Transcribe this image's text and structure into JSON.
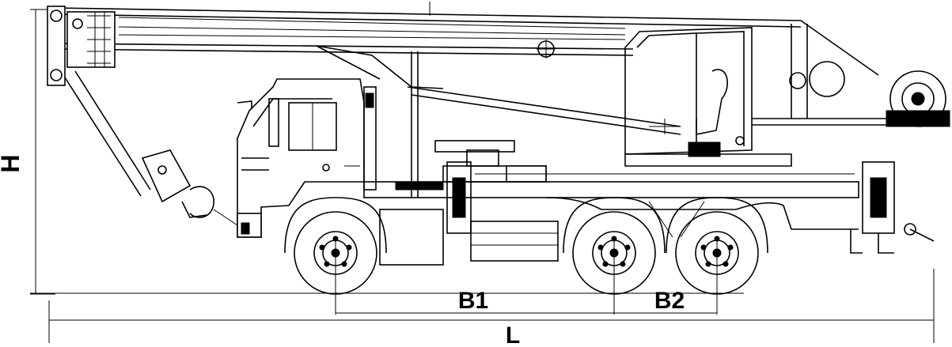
{
  "figure": {
    "description_labels": {
      "height": "H",
      "length": "L",
      "wheelbase_front": "B1",
      "wheelbase_rear": "B2"
    },
    "colors": {
      "line": "#000000",
      "background": "#ffffff"
    }
  }
}
